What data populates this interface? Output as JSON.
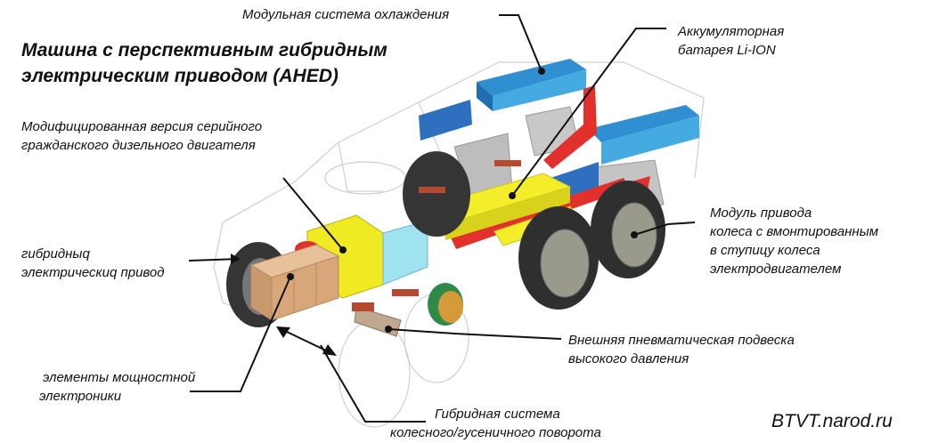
{
  "title": {
    "line1": "Машина с перспективным гибридным",
    "line2": "электрическим приводом (AHED)"
  },
  "labels": {
    "cooling": "Модульная система охлаждения",
    "battery_l1": "Аккумуляторная",
    "battery_l2": "батарея  Li-ION",
    "engine_l1": "Модифицированная версия серийного",
    "engine_l2": "гражданского дизельного двигателя",
    "hybrid_drive_l1": "гибридныq",
    "hybrid_drive_l2": "электрическиq привод",
    "wheel_module_l1": "Модуль привода",
    "wheel_module_l2": "колеса с вмонтированным",
    "wheel_module_l3": "в ступицу колеса",
    "wheel_module_l4": "электродвигателем",
    "power_electronics_l1": "элементы мощностной",
    "power_electronics_l2": "электроники",
    "suspension_l1": "Внешняя пневматическая подвеска",
    "suspension_l2": "высокого давления",
    "steering_l1": "Гибридная система",
    "steering_l2": "колесного/гусеничного поворота"
  },
  "credit": "BTVT.narod.ru",
  "colors": {
    "cooling_blue": "#3ba3dc",
    "battery_yellow": "#f4ee2a",
    "frame_red": "#e2312c",
    "electronics_tan": "#d7a77a",
    "tire_dark": "#3a3a3a",
    "engine_cyan": "#9fe3f0"
  }
}
